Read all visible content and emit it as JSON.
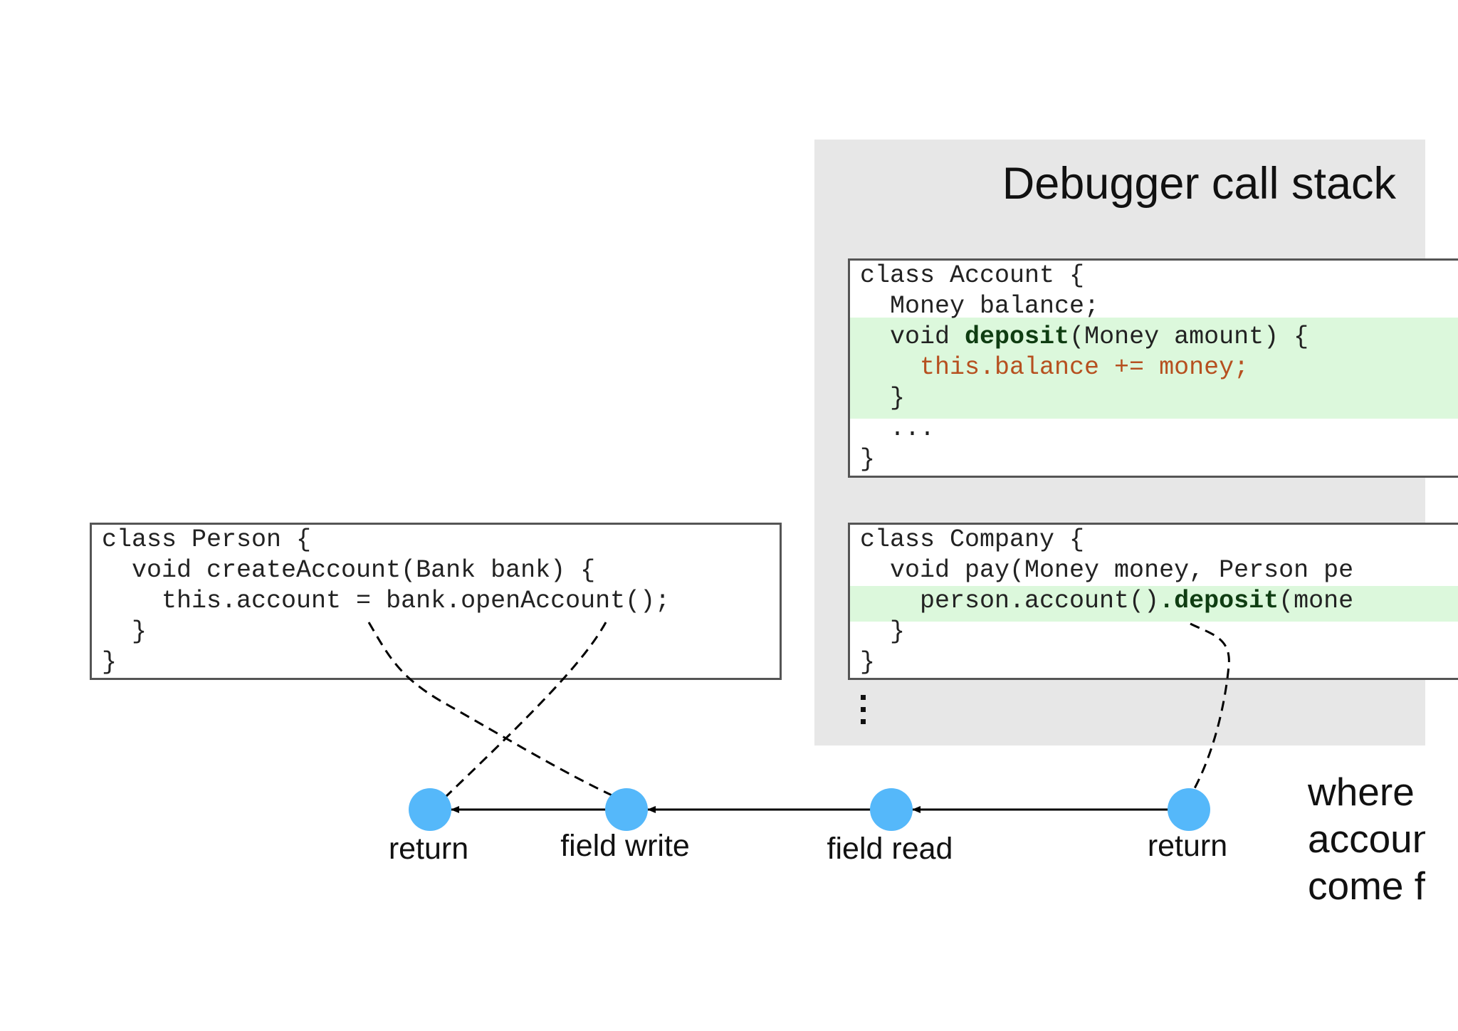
{
  "stack": {
    "title": "Debugger call stack",
    "ellipsis": "⋮"
  },
  "account_code": {
    "lines": [
      "class Account {",
      "  Money balance;",
      "  void ",
      "deposit",
      "(Money amount) {",
      "    this.balance += money;",
      "  }",
      "  ...",
      "}"
    ]
  },
  "company_code": {
    "lines": [
      "class Company {",
      "  void pay(Money money, Person pe",
      "    person.account()",
      ".deposit",
      "(mone",
      "  }",
      "}"
    ]
  },
  "person_code": {
    "lines": [
      "class Person {",
      "  void createAccount(Bank bank) {",
      "    this.account = bank.openAccount();",
      "  }",
      "}"
    ]
  },
  "flow": {
    "nodes": [
      {
        "label": "return",
        "icon": "node-dot"
      },
      {
        "label": "field write",
        "icon": "node-dot"
      },
      {
        "label": "field read",
        "icon": "node-dot"
      },
      {
        "label": "return",
        "icon": "node-dot"
      }
    ],
    "node_color": "#55b8fa"
  },
  "question": {
    "lines": [
      "where d",
      "accoun",
      "come f"
    ]
  },
  "colors": {
    "highlight": "#dcf8dc",
    "method": "#0f3d12",
    "assignment": "#b6501f",
    "panel": "#e7e7e7"
  }
}
